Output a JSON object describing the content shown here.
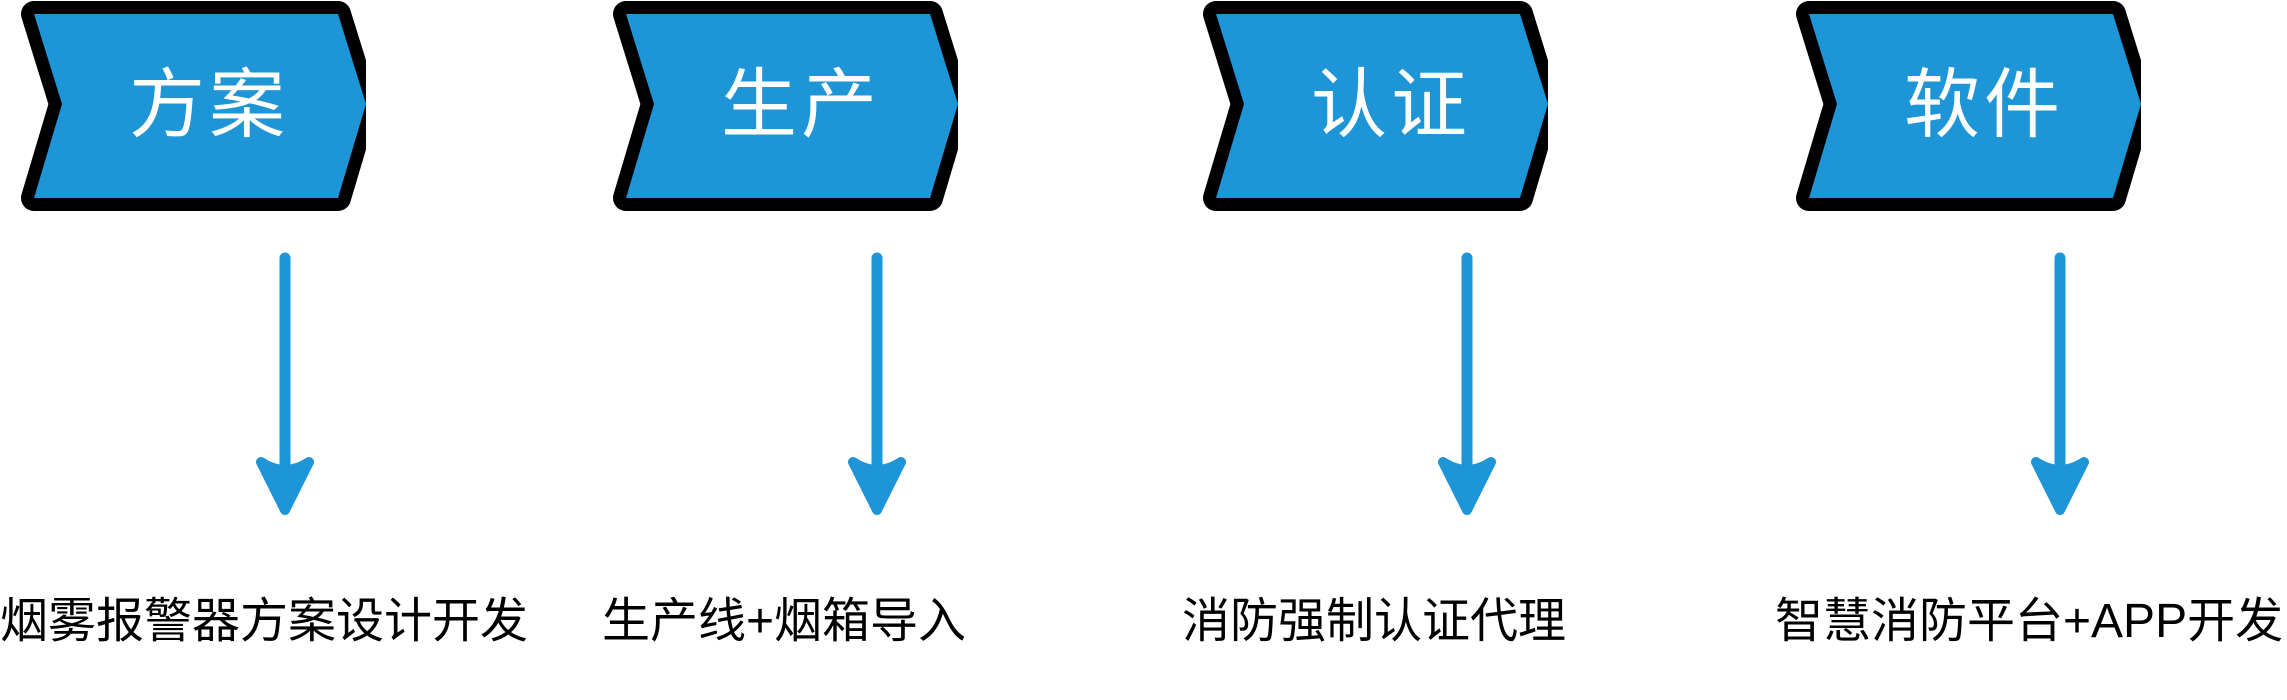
{
  "diagram": {
    "type": "process-flow",
    "orientation": "horizontal",
    "stage_count": 4,
    "colors": {
      "chevron_fill": "#1E95D6",
      "chevron_outline": "#000000",
      "arrow": "#1E95D6",
      "chevron_text": "#FFFFFF",
      "caption_text": "#000000",
      "background": "#FFFFFF"
    },
    "stages": [
      {
        "index": 1,
        "title": "方案",
        "caption": "烟雾报警器方案设计开发",
        "arrow_icon": "down-arrow-icon"
      },
      {
        "index": 2,
        "title": "生产",
        "caption": "生产线+烟箱导入",
        "arrow_icon": "down-arrow-icon"
      },
      {
        "index": 3,
        "title": "认证",
        "caption": "消防强制认证代理",
        "arrow_icon": "down-arrow-icon"
      },
      {
        "index": 4,
        "title": "软件",
        "caption": "智慧消防平台+APP开发",
        "arrow_icon": "down-arrow-icon"
      }
    ]
  }
}
